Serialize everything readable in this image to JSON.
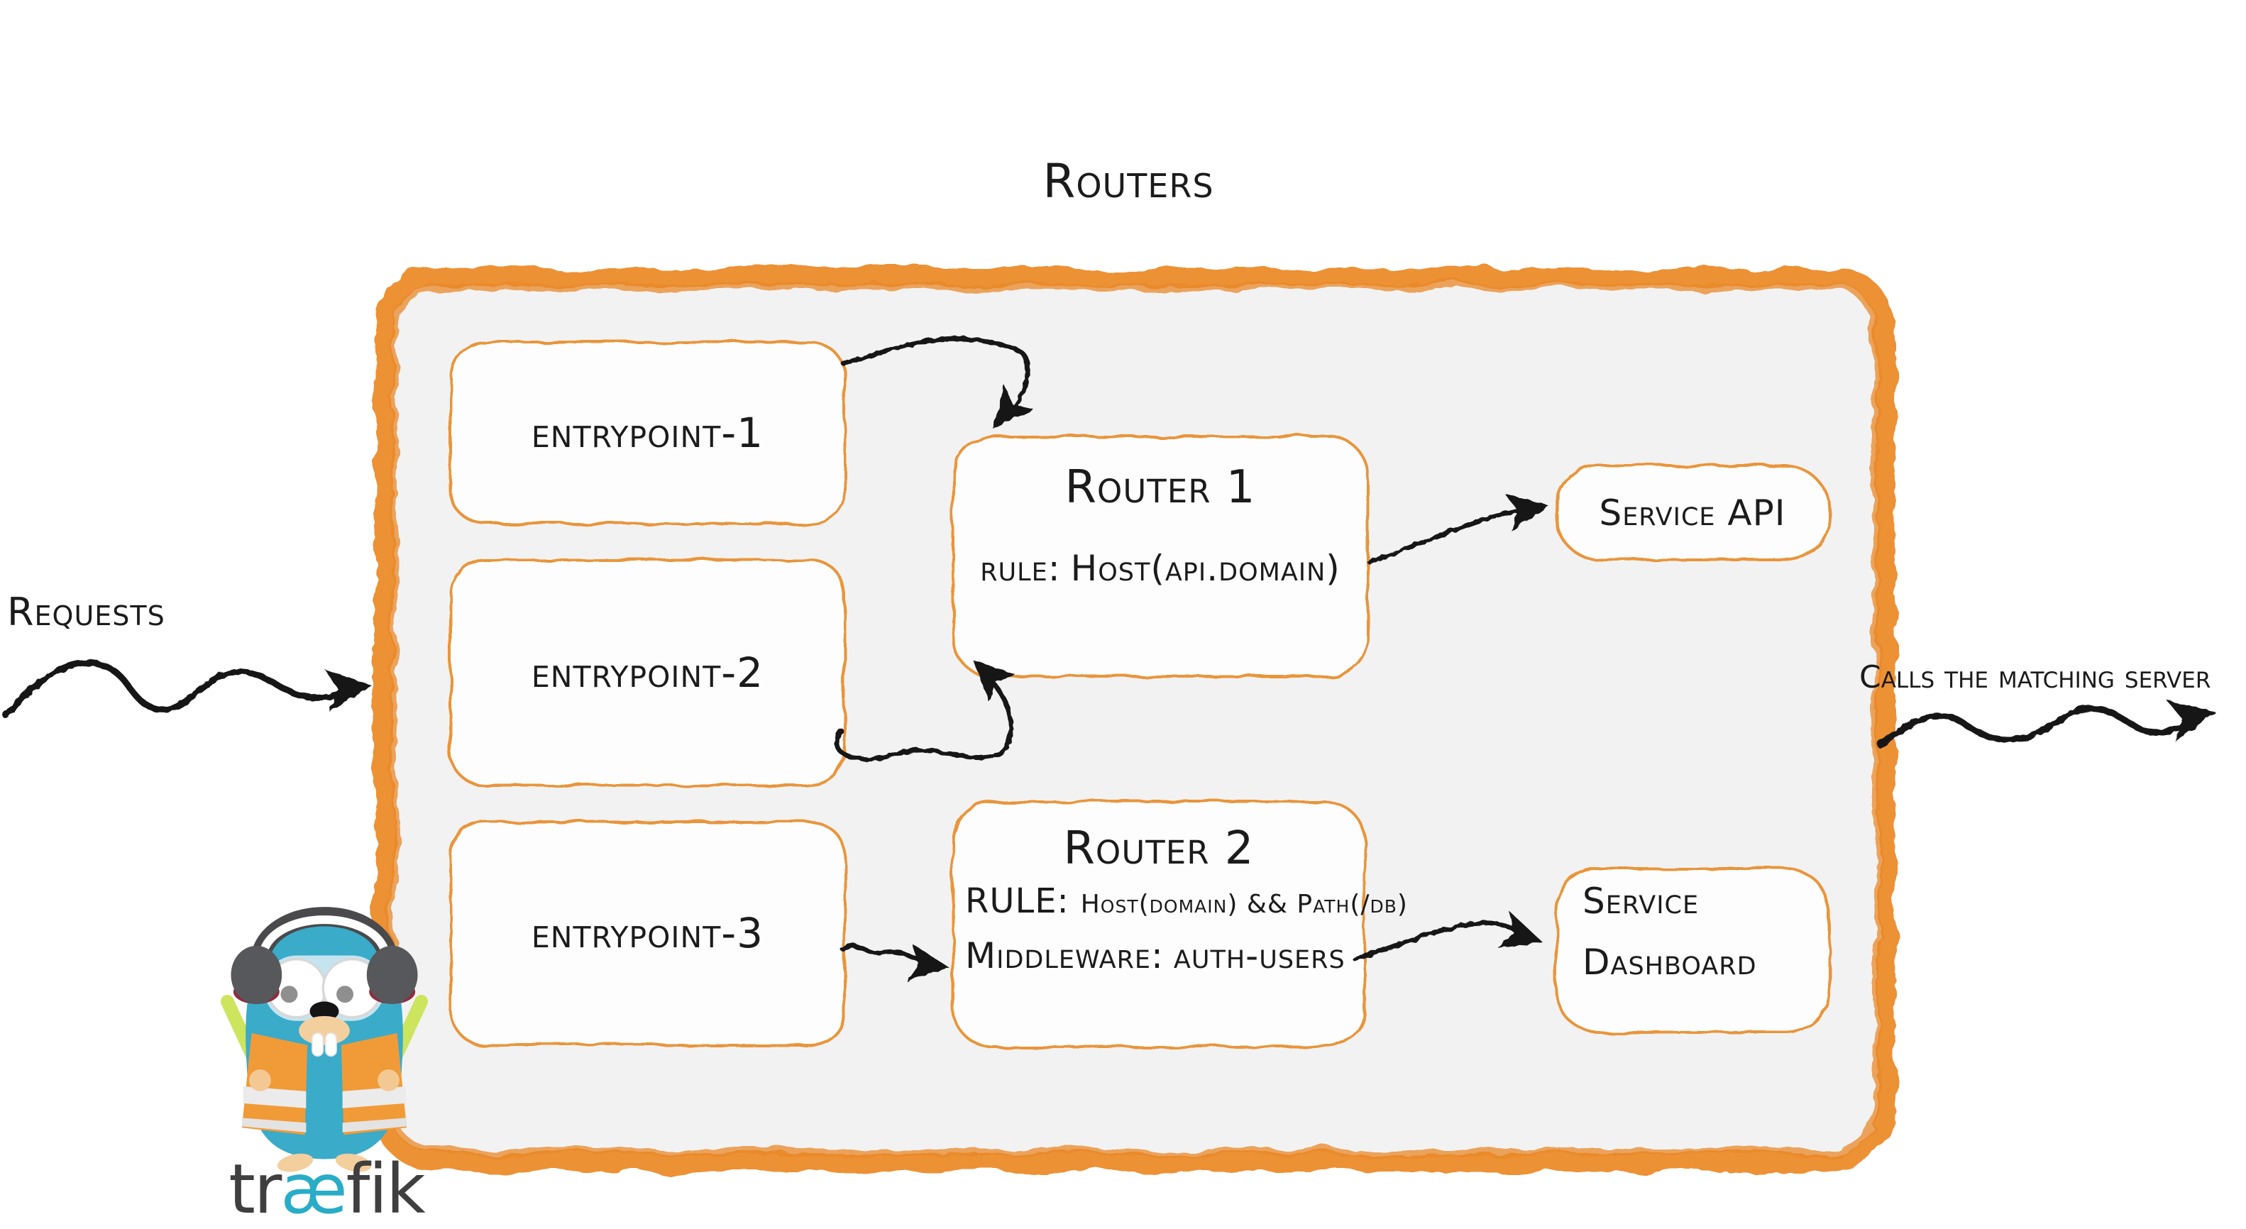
{
  "title": "Routers",
  "labels": {
    "requests": "Requests",
    "calls": "Calls the matching server"
  },
  "entrypoints": [
    {
      "label": "entrypoint-1"
    },
    {
      "label": "entrypoint-2"
    },
    {
      "label": "entrypoint-3"
    }
  ],
  "routers": [
    {
      "title": "Router 1",
      "rule_label": "rule:",
      "rule_value": "Host(api.domain)"
    },
    {
      "title": "Router 2",
      "rule_label": "RULE:",
      "rule_value": "Host(domain) && Path(/db)",
      "middleware_label": "Middleware:",
      "middleware_value": "auth-users"
    }
  ],
  "services": [
    {
      "lines": [
        "Service API"
      ]
    },
    {
      "lines": [
        "Service",
        "Dashboard"
      ]
    }
  ],
  "logo": {
    "mascot": "traefik-gopher",
    "wordmark_pre": "tr",
    "wordmark_ae": "æ",
    "wordmark_post": "fik"
  },
  "colors": {
    "border_orange": "#ED9134",
    "box_stroke_orange": "#E9953B",
    "container_fill": "#F2F2F2",
    "box_fill": "#FDFDFD",
    "arrow": "#141414",
    "gopher_teal": "#3AABC9",
    "vest_orange": "#F09B38",
    "wordmark_gray": "#3F3F3F",
    "wordmark_ae_teal": "#29ACC7"
  }
}
